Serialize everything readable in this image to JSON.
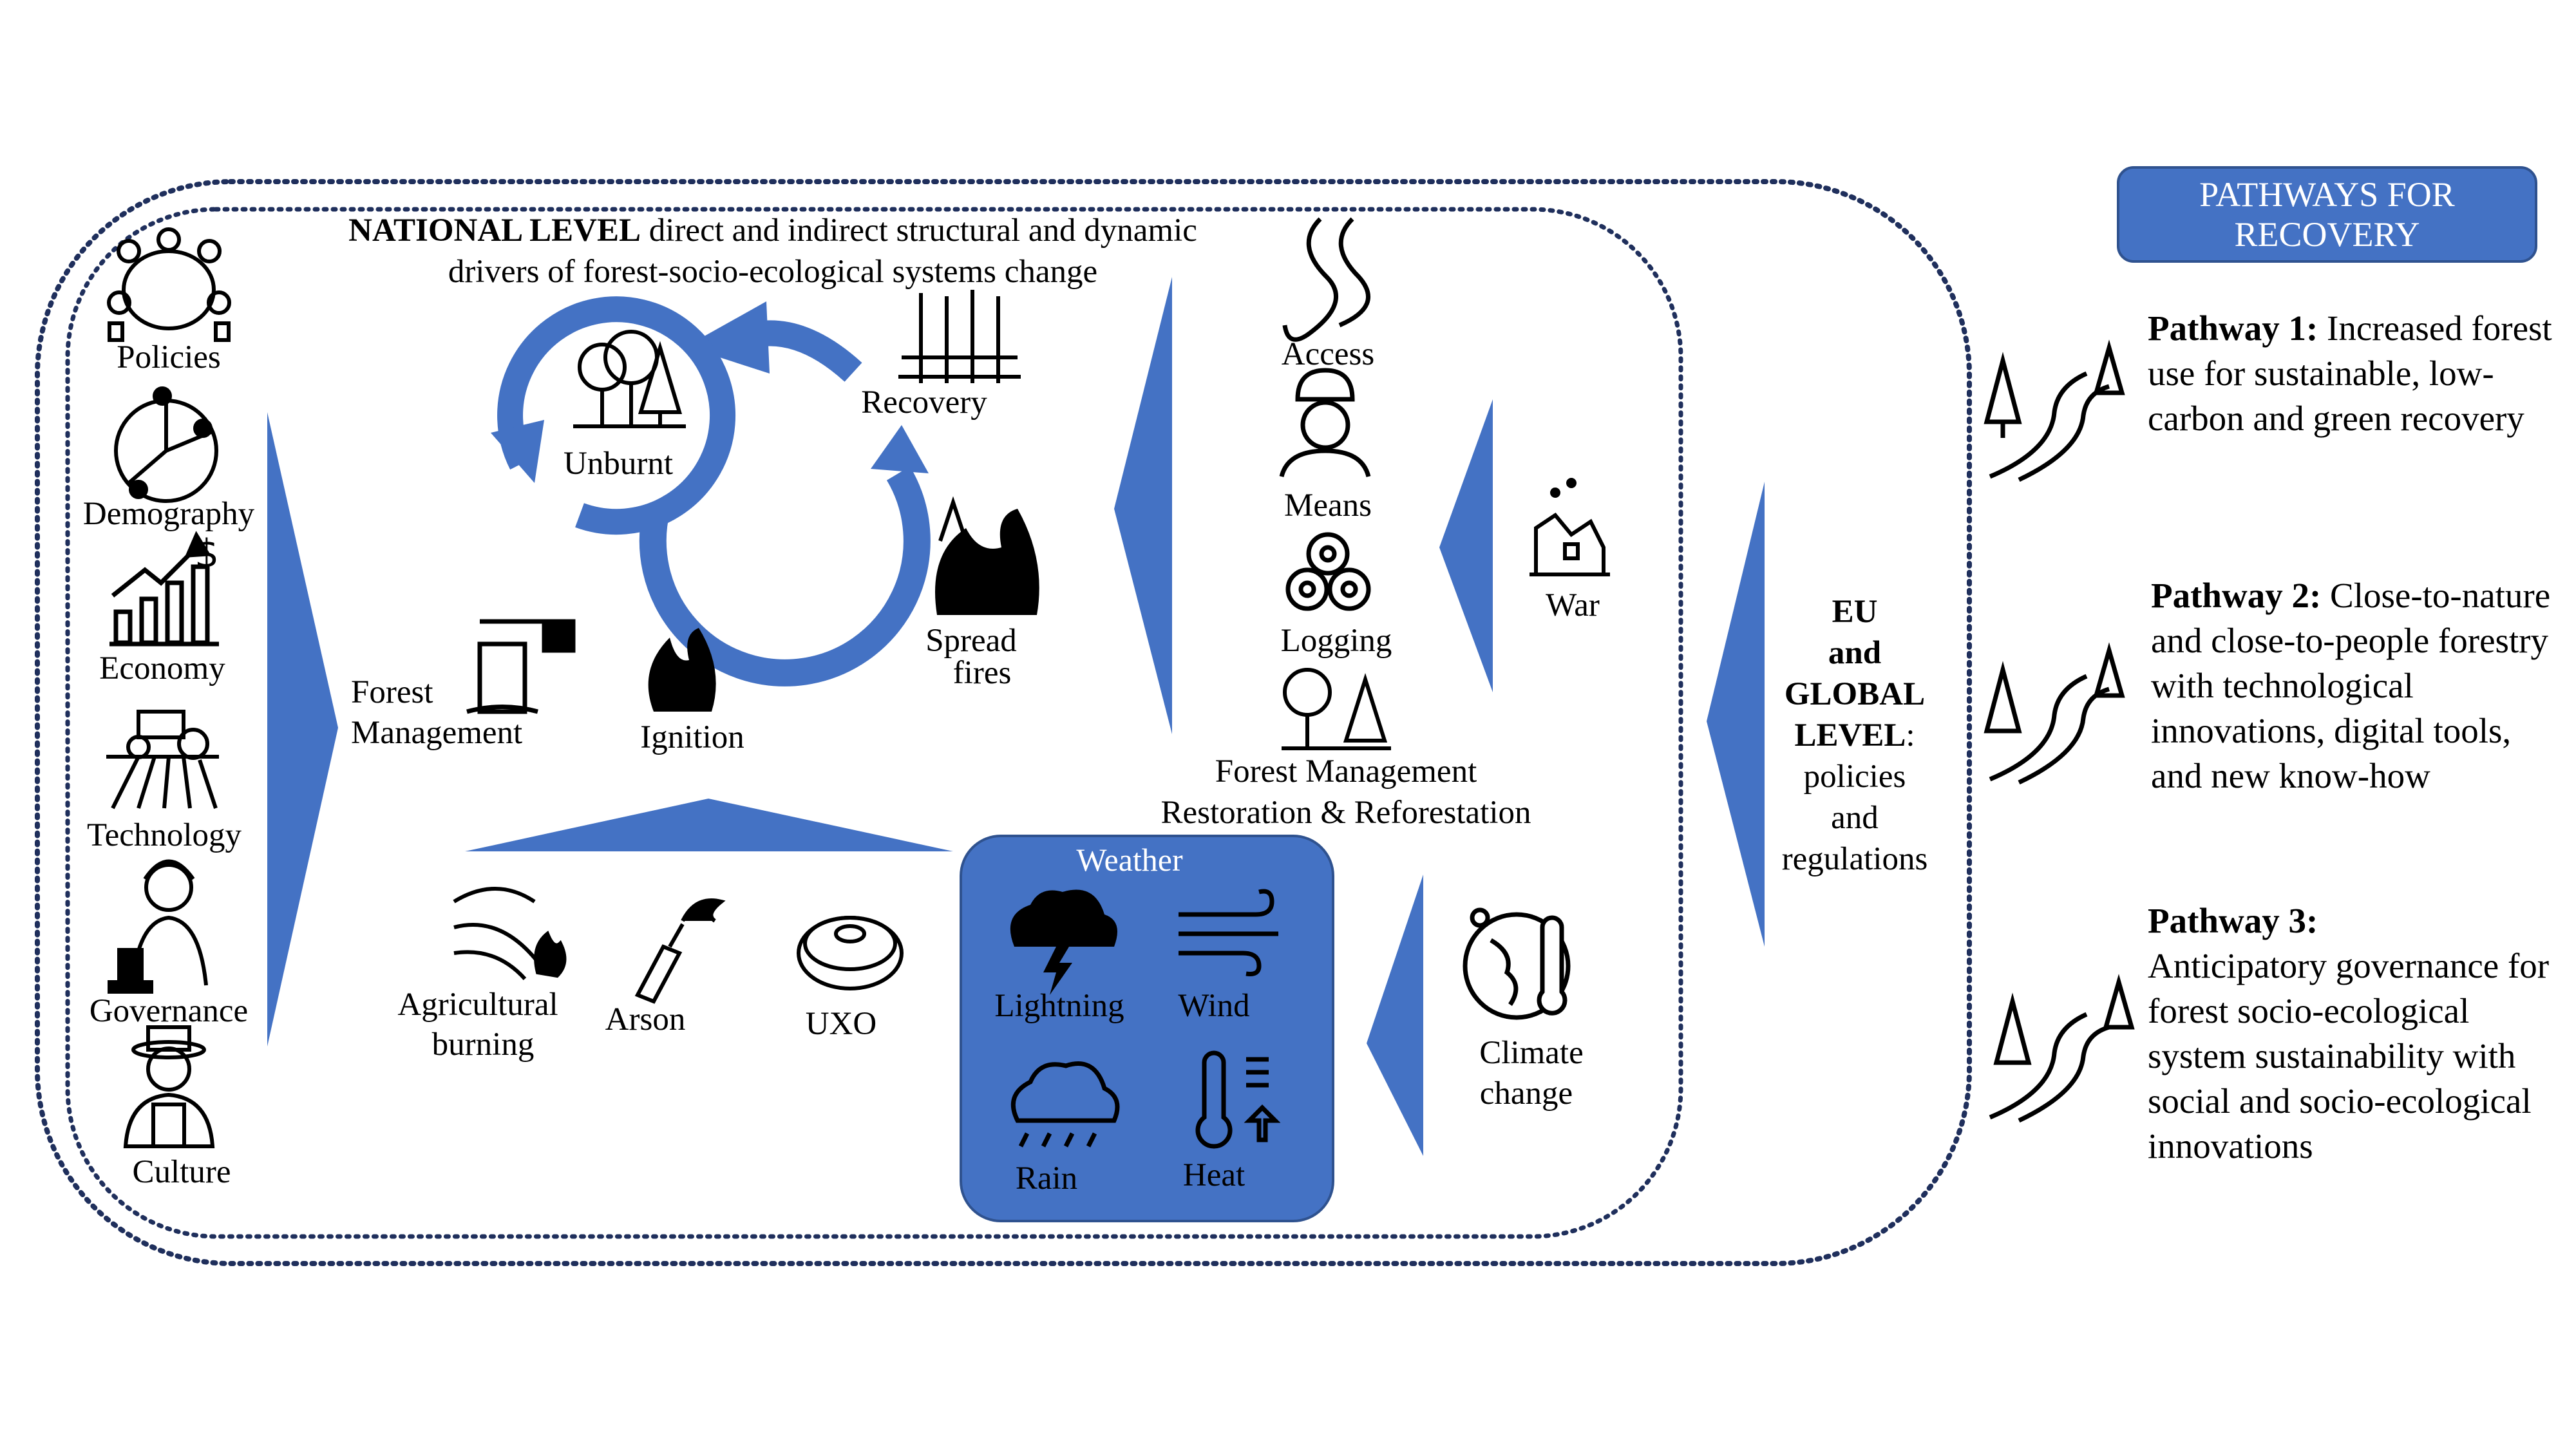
{
  "title": {
    "bold": "NATIONAL LEVEL",
    "rest": "direct and indirect structural and dynamic drivers of forest-socio-ecological systems change"
  },
  "left_drivers": [
    "Policies",
    "Demography",
    "Economy",
    "Technology",
    "Governance",
    "Culture"
  ],
  "cycle": {
    "unburnt": "Unburnt",
    "recovery": "Recovery",
    "spread_fires_line1": "Spread",
    "spread_fires_line2": "fires",
    "ignition": "Ignition",
    "forest_management_line1": "Forest",
    "forest_management_line2": "Management"
  },
  "middle_drivers": {
    "access": "Access",
    "means": "Means",
    "logging": "Logging",
    "forest_mgmt_line1": "Forest Management",
    "forest_mgmt_line2": "Restoration & Reforestation",
    "war": "War"
  },
  "ignition_sources": {
    "agri_line1": "Agricultural",
    "agri_line2": "burning",
    "arson": "Arson",
    "uxo": "UXO"
  },
  "weather": {
    "title": "Weather",
    "lightning": "Lightning",
    "wind": "Wind",
    "rain": "Rain",
    "heat": "Heat"
  },
  "climate": {
    "line1": "Climate",
    "line2": "change"
  },
  "eu_level": {
    "line1": "EU",
    "line2": "and",
    "line3": "GLOBAL",
    "line4": "LEVEL",
    "line4_suffix": ":",
    "line5": "policies",
    "line6": "and",
    "line7": "regulations"
  },
  "pathways": {
    "header": "PATHWAYS FOR RECOVERY",
    "items": [
      {
        "label": "Pathway 1:",
        "text": "Increased forest use for sustainable, low-carbon and green recovery"
      },
      {
        "label": "Pathway 2:",
        "text": "Close-to-nature and close-to-people forestry with technological innovations, digital tools, and new know-how"
      },
      {
        "label": "Pathway 3:",
        "text": "Anticipatory governance for forest socio-ecological system sustainability with social and socio-ecological innovations"
      }
    ]
  },
  "colors": {
    "accent_blue": "#4472c4",
    "border_navy": "#1f2f5c",
    "weather_box": "#4472c4"
  },
  "icons": [
    "meeting-table-icon",
    "demography-pie-icon",
    "growth-chart-icon",
    "tractor-icon",
    "judge-icon",
    "farmer-icon",
    "forest-icon",
    "dead-trees-icon",
    "flame-icon",
    "stump-axe-icon",
    "fire-icon",
    "road-icon",
    "firefighter-icon",
    "logs-icon",
    "forest-management-icon",
    "war-ruins-icon",
    "field-burning-icon",
    "molotov-icon",
    "landmine-icon",
    "storm-cloud-icon",
    "wind-icon",
    "rain-cloud-icon",
    "thermometer-icon",
    "globe-thermometer-icon",
    "winding-road-icon"
  ]
}
